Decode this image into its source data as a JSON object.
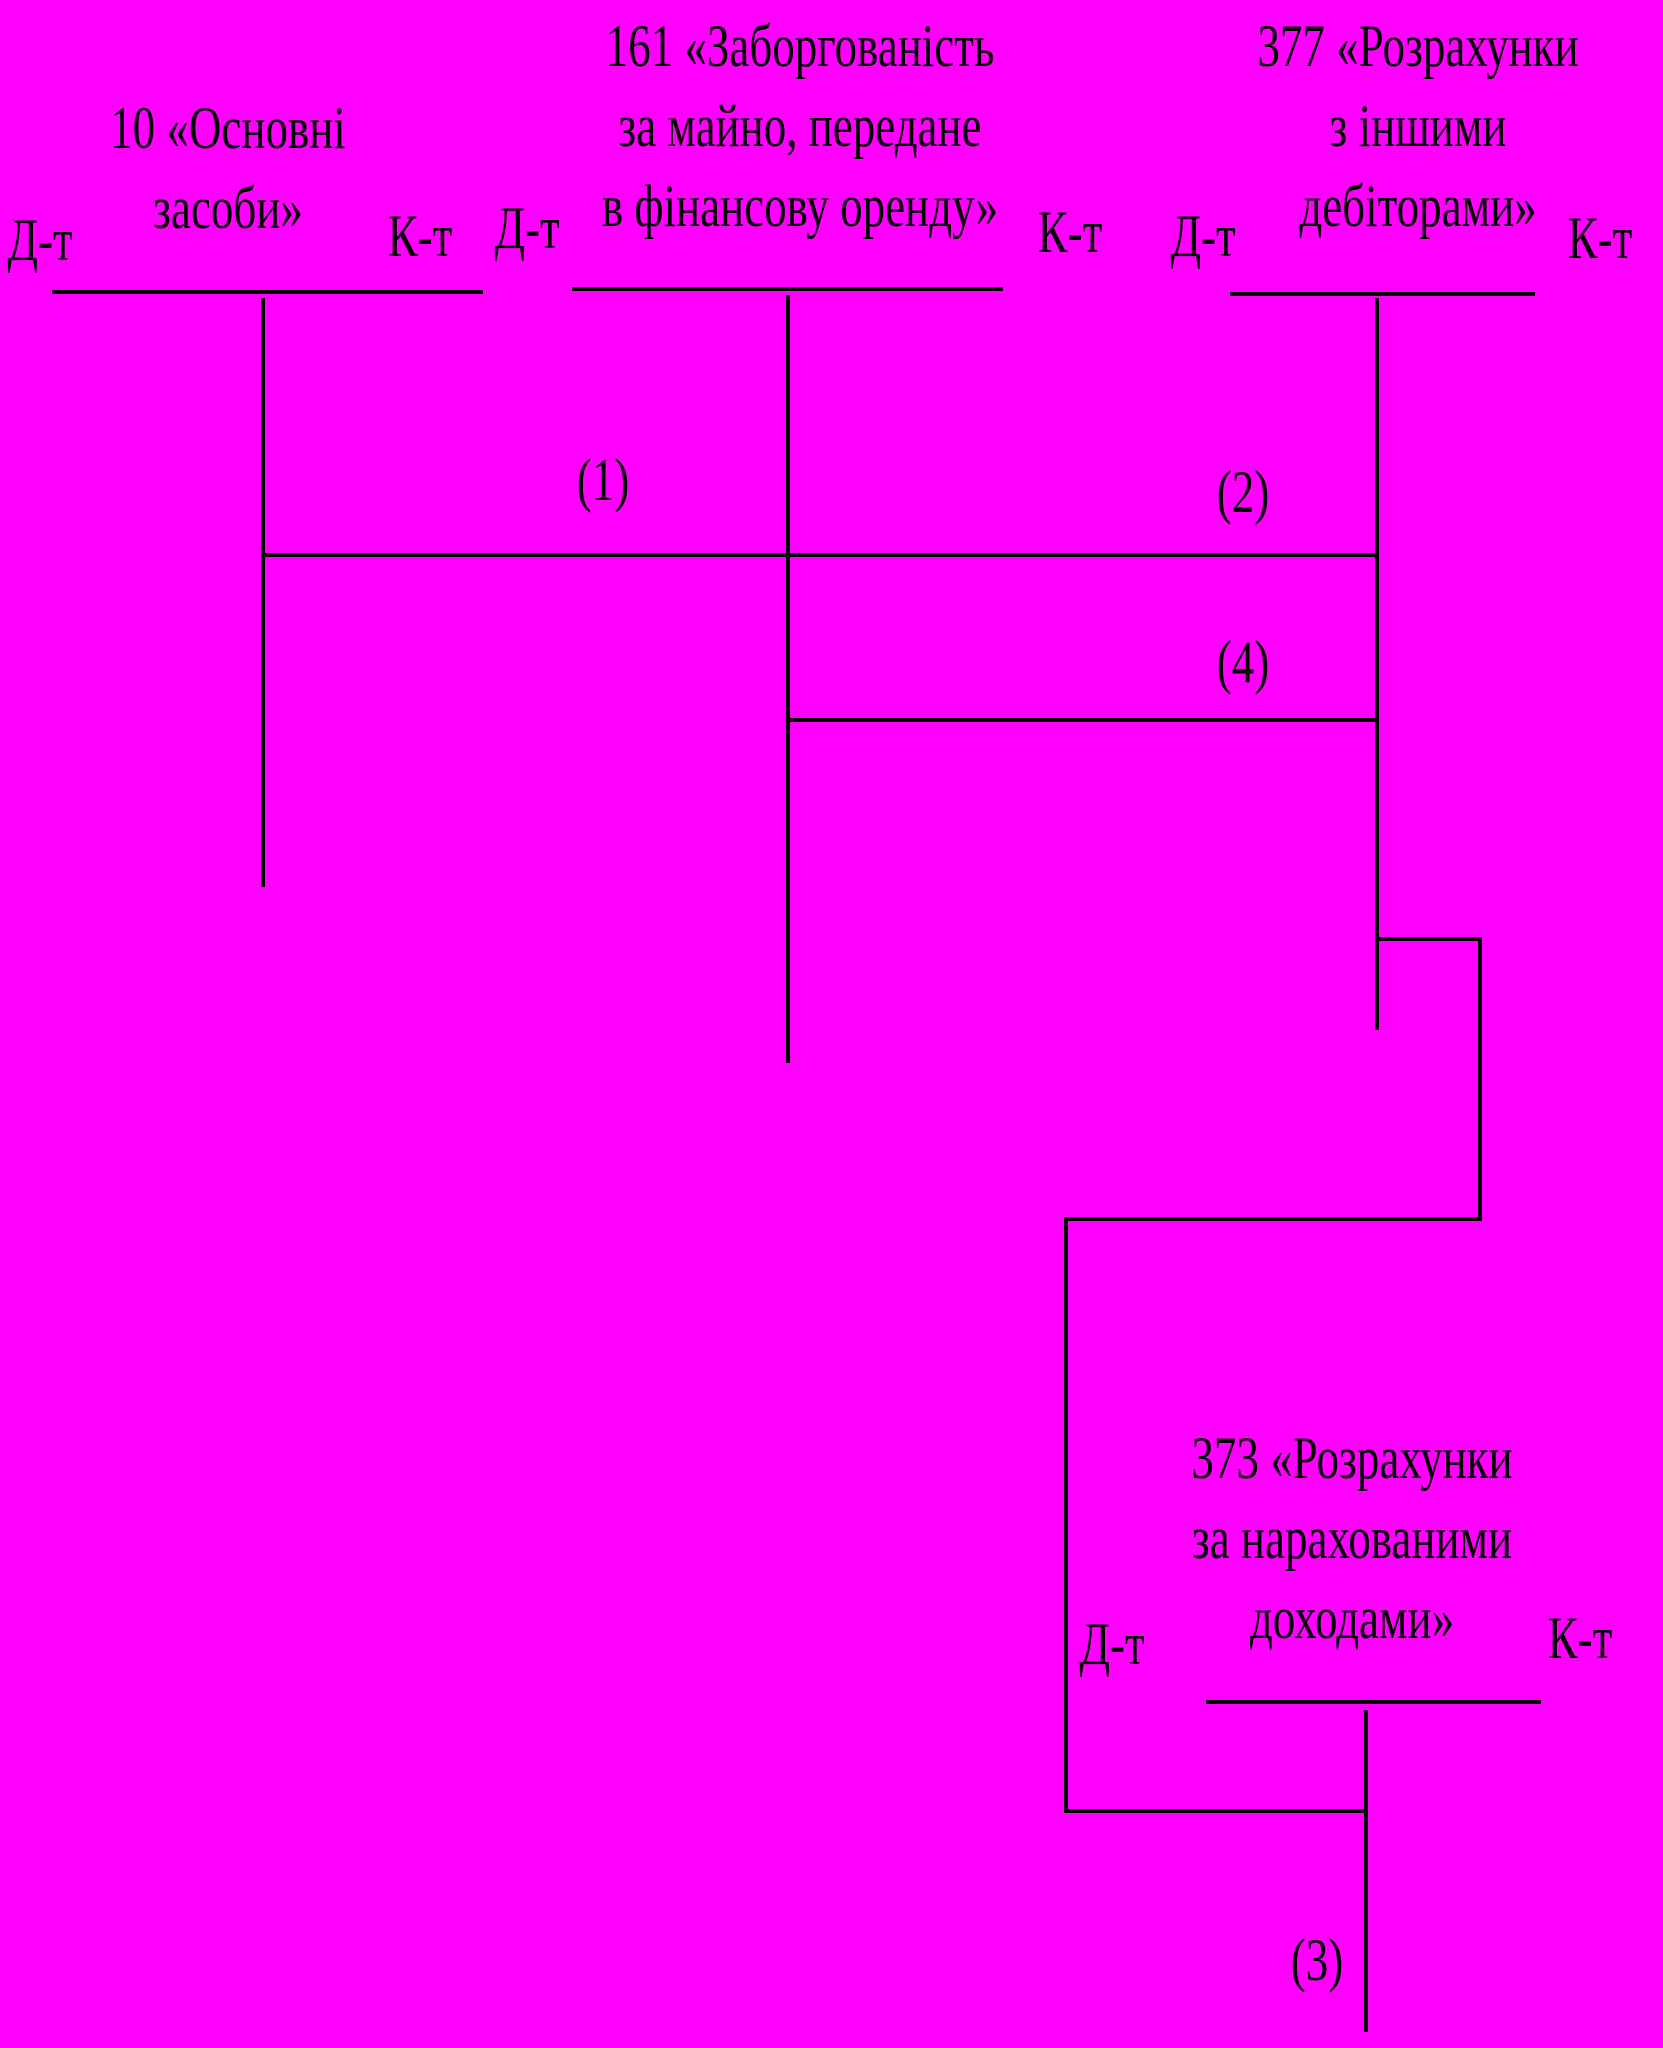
{
  "accounts": {
    "acc10": {
      "line1": "10 «Основні",
      "line2": "засоби»",
      "debit": "Д-т",
      "credit": "К-т"
    },
    "acc161": {
      "line1": "161 «Заборгованість",
      "line2": "за майно, передане",
      "line3": "в фінансову оренду»",
      "debit": "Д-т",
      "credit": "К-т"
    },
    "acc377": {
      "line1": "377 «Розрахунки",
      "line2": "з іншими",
      "line3": "дебіторами»",
      "debit": "Д-т",
      "credit": "К-т"
    },
    "acc373": {
      "line1": "373 «Розрахунки",
      "line2": "за нарахованими",
      "line3": "доходами»",
      "debit": "Д-т",
      "credit": "К-т"
    }
  },
  "entries": {
    "e1": "(1)",
    "e2": "(2)",
    "e3": "(3)",
    "e4": "(4)"
  },
  "colors": {
    "background": "#ff00ff",
    "ink": "#000000"
  }
}
